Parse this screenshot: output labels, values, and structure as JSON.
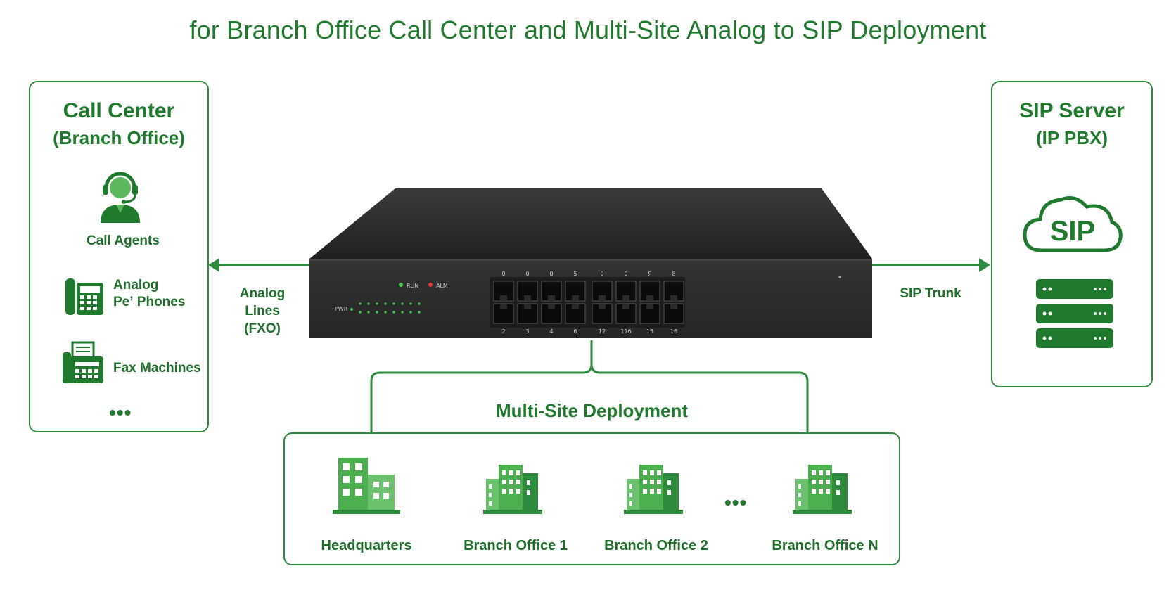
{
  "title": "for Branch Office Call Center and Multi-Site Analog to SIP Deployment",
  "left_panel": {
    "title": "Call Center",
    "subtitle": "(Branch Office)",
    "items": [
      {
        "label": "Call Agents",
        "icon": "call-agent-headset-icon"
      },
      {
        "label_line1": "Analog",
        "label_line2": "Pеʼ Phones",
        "icon": "desk-phone-icon"
      },
      {
        "label": "Fax Machines",
        "icon": "fax-machine-icon"
      }
    ],
    "more": "•••"
  },
  "right_panel": {
    "title": "SIP Server",
    "subtitle": "(IP PBX)",
    "cloud_text": "SIP",
    "icon": "cloud-server-icon"
  },
  "connections": {
    "left_label_line1": "Analog Lines",
    "left_label_line2": "(FXO)",
    "right_label": "SIP Trunk"
  },
  "device": {
    "name": "gateway-device",
    "led_labels": [
      "PWR",
      "RUN",
      "ALM"
    ],
    "port_labels_top": [
      "0",
      "0",
      "0",
      "5",
      "0",
      "0",
      "Я",
      "8"
    ],
    "port_labels_bottom": [
      "2",
      "3",
      "4",
      "6",
      "12",
      "116",
      "15",
      "16"
    ]
  },
  "bottom_panel": {
    "title": "Multi-Site Deployment",
    "sites": [
      {
        "label": "Headquarters"
      },
      {
        "label": "Branch Office 1"
      },
      {
        "label": "Branch Office 2"
      },
      {
        "label": "Branch Office N"
      }
    ],
    "more": "•••"
  },
  "colors": {
    "green_dark": "#1f7a2e",
    "green_mid": "#2e8b3e",
    "green_light": "#5cb85c",
    "device_body": "#2b2b2b"
  }
}
